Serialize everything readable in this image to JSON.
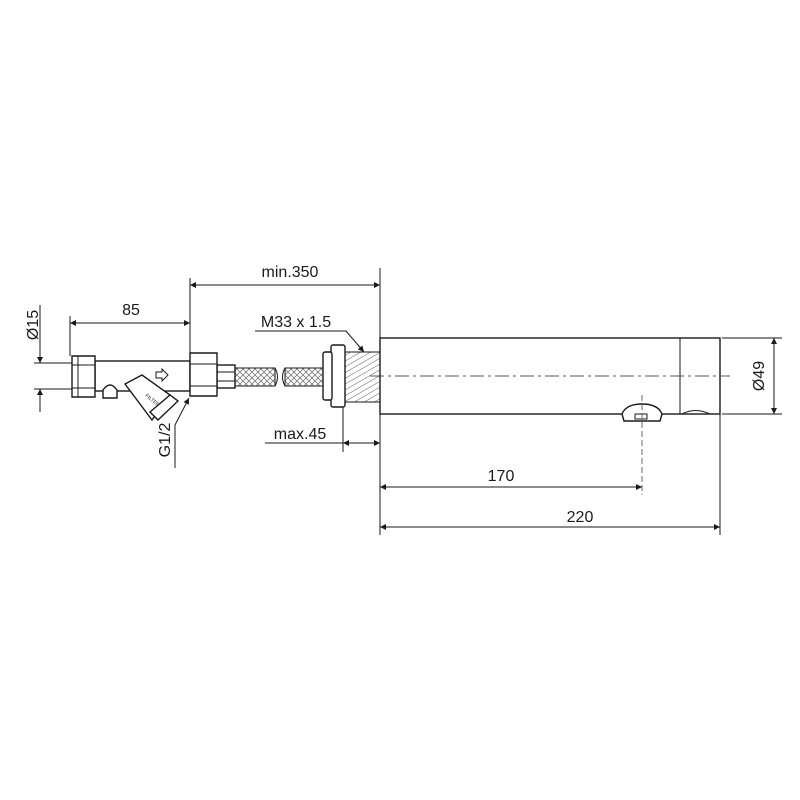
{
  "drawing": {
    "dimensions": {
      "min_length": "min.350",
      "filter_length": "85",
      "pipe_diameter": "Ø15",
      "thread": "M33 x 1.5",
      "max_thickness": "max.45",
      "inlet_thread": "G1/2",
      "spout_diameter": "Ø49",
      "outlet_distance": "170",
      "spout_length": "220"
    },
    "filter_marking": "FILTER",
    "line_color": "#1a1a1a"
  }
}
